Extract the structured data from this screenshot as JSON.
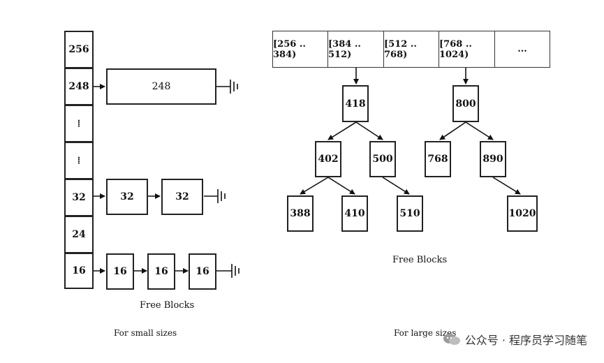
{
  "small": {
    "size_classes": [
      "256",
      "248",
      "⁞",
      "⁞",
      "32",
      "24",
      "16"
    ],
    "block_248": "248",
    "blocks_32": [
      "32",
      "32"
    ],
    "blocks_16": [
      "16",
      "16",
      "16"
    ],
    "free_blocks_label": "Free Blocks",
    "caption": "For small sizes"
  },
  "large": {
    "ranges": [
      "[256 .. 384)",
      "[384 .. 512)",
      "[512 .. 768)",
      "[768 .. 1024)",
      "..."
    ],
    "tree1": {
      "root": "418",
      "left": "402",
      "right": "500",
      "ll": "388",
      "lr": "410",
      "rl": "510"
    },
    "tree2": {
      "root": "800",
      "left": "768",
      "right": "890",
      "rr": "1020"
    },
    "free_blocks_label": "Free Blocks",
    "caption": "For large sizes"
  },
  "watermark": {
    "text": "公众号 · 程序员学习随笔"
  }
}
